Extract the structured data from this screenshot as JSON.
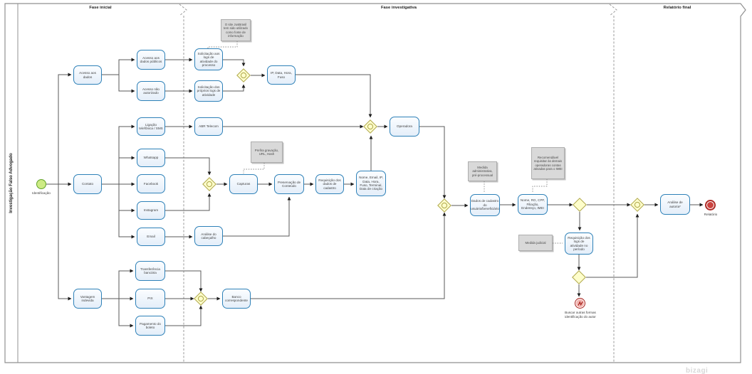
{
  "pool": {
    "title": "Investigação Falso Advogado"
  },
  "phases": [
    {
      "label": "Fase inicial"
    },
    {
      "label": "Fase investigativa"
    },
    {
      "label": "Relatório final"
    }
  ],
  "tasks": {
    "acesso_dados": {
      "label": "Acesso aos dados"
    },
    "acesso_publicos": {
      "label": "Acesso aos dados públicos"
    },
    "acesso_nao_autorizado": {
      "label": "Acesso não autorizado"
    },
    "solicitacao_logs_processo": {
      "label": "Solicitação aos logs de atividade do processo"
    },
    "solicitacao_proprios_logs": {
      "label": "Solicitação dos próprios logs de atividade"
    },
    "ip_data_hora_fuso": {
      "label": "IP, Data, Hora, Fuso"
    },
    "contato": {
      "label": "Contato"
    },
    "ligacao_sms": {
      "label": "Ligação telefônica / SMS"
    },
    "abr_telecom": {
      "label": "ABR Telecom"
    },
    "whatsapp": {
      "label": "Whatsapp"
    },
    "facebook": {
      "label": "Facebook"
    },
    "instagram": {
      "label": "Instagram"
    },
    "email": {
      "label": "Email"
    },
    "analise_cabecalho": {
      "label": "Análise do cabeçalho"
    },
    "capturas": {
      "label": "Capturas"
    },
    "preservacao_conteudo": {
      "label": "Preservação de Conteúdo"
    },
    "requisicao_dados_cadastro": {
      "label": "Requisição dos dados de cadastro"
    },
    "nome_email_ip": {
      "label": "Nome, Email, IP, Data, Hora, Fuso, Terminal, Data de criação"
    },
    "operadora": {
      "label": "Operadora"
    },
    "dados_cadastro_usuario": {
      "label": "Dados de cadastro do usuário/beneficiário"
    },
    "nome_rg_cpf": {
      "label": "Nome, RG, CPF, Filiação, Endereço, IMEI"
    },
    "requisicao_logs_periodo": {
      "label": "Requisição dos logs de atividade no período"
    },
    "analise_autoria": {
      "label": "Análise de autoria*"
    },
    "vantagem_indevida": {
      "label": "Vantagem indevida"
    },
    "transferencia_bancaria": {
      "label": "Transferência bancária"
    },
    "pix": {
      "label": "PIX"
    },
    "pagamento_boleto": {
      "label": "Pagamento do boleto"
    },
    "banco_correspondente": {
      "label": "Banco correspondente"
    }
  },
  "notes": {
    "jusbrasil": {
      "text": "O site JusBrasil tem sido utilizado como fonte de informação"
    },
    "prefira": {
      "text": "Prefira gravação, URL, Hash"
    },
    "medida_administrativa": {
      "text": "Medida administrativa, pré-processual"
    },
    "recomendavel": {
      "text": "Recomendável requisitar às demais operadoras contas ativadas para o IMEI"
    },
    "medida_judicial": {
      "text": "Medida judicial"
    }
  },
  "events": {
    "start": {
      "label": "Identificação"
    },
    "end": {
      "label": "Relatório"
    },
    "busca": {
      "label": "Buscar outras formas identificação do autor"
    }
  },
  "colors": {
    "task_fill": "#e9f1fb",
    "task_border": "#2e81b8",
    "gateway_fill": "#fefecb",
    "gateway_border": "#aea64b",
    "start_fill": "#cdeb84",
    "start_border": "#61a229",
    "end_red": "#b02b26",
    "note_fill": "#d9d9d9"
  },
  "watermark": "bizagi"
}
